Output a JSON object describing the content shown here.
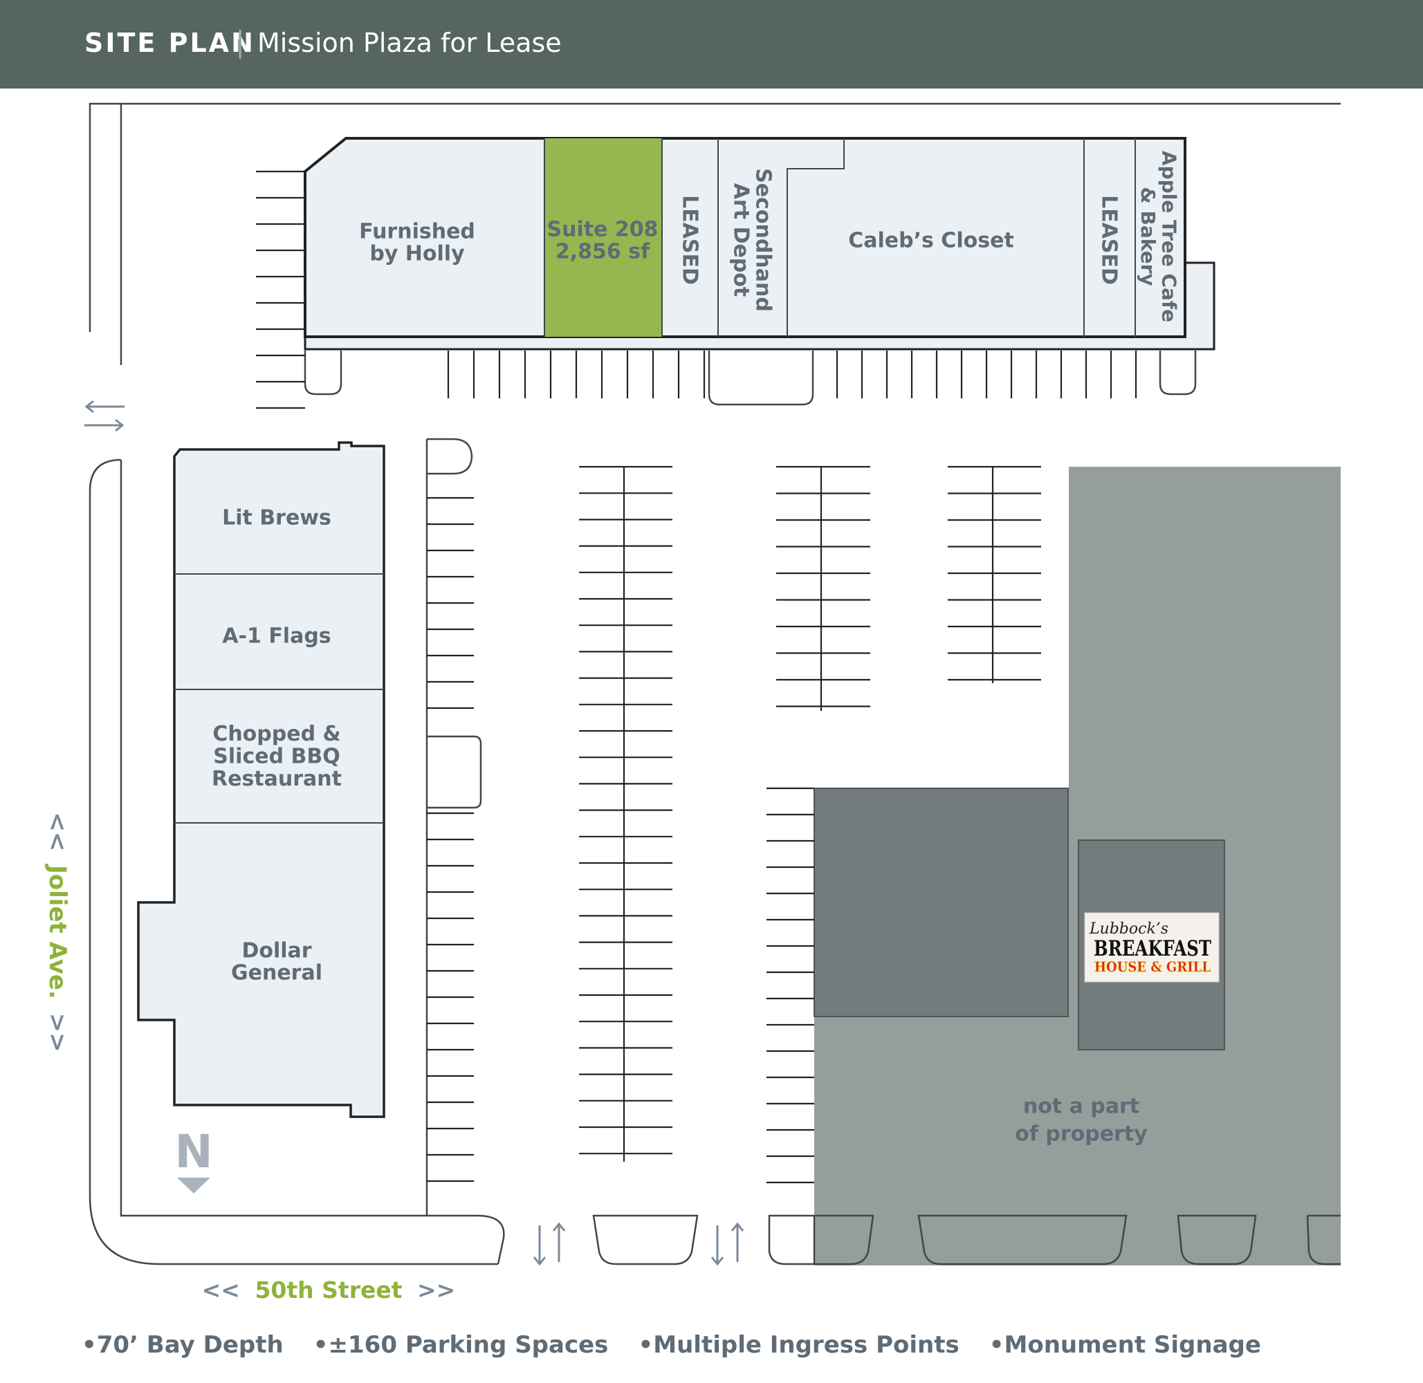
{
  "header": {
    "title": "SITE PLAN",
    "separator": "|",
    "subtitle": "Mission Plaza for Lease"
  },
  "top_building": {
    "units": [
      {
        "lines": [
          "Furnished",
          "by Holly"
        ]
      },
      {
        "lines": [
          "Suite 208",
          "2,856 sf"
        ],
        "available": true
      },
      {
        "lines": [
          "LEASED"
        ]
      },
      {
        "lines": [
          "Secondhand",
          "Art Depot"
        ]
      },
      {
        "lines": [
          "Caleb’s Closet"
        ]
      },
      {
        "lines": [
          "LEASED"
        ]
      },
      {
        "lines": [
          "Apple Tree Cafe",
          "& Bakery"
        ]
      }
    ]
  },
  "left_building": {
    "units": [
      {
        "lines": [
          "Lit Brews"
        ]
      },
      {
        "lines": [
          "A-1 Flags"
        ]
      },
      {
        "lines": [
          "Chopped &",
          "Sliced BBQ",
          "Restaurant"
        ]
      },
      {
        "lines": [
          "Dollar",
          "General"
        ]
      }
    ]
  },
  "not_part": {
    "lines": [
      "not a part",
      "of property"
    ]
  },
  "logo": {
    "top": "Lubbock’s",
    "main": "BREAKFAST",
    "sub": "HOUSE & GRILL"
  },
  "streets": {
    "joliet": {
      "prefix": "<<",
      "name": "Joliet Ave.",
      "suffix": ">>"
    },
    "fiftieth": {
      "prefix": "<<",
      "name": "50th Street",
      "suffix": ">>"
    }
  },
  "north_label": "N",
  "features": [
    "70’ Bay Depth",
    "±160 Parking Spaces",
    "Multiple Ingress Points",
    "Monument Signage"
  ],
  "colors": {
    "header_bg": "#566462",
    "suite_available": "#97b650",
    "unit_fill": "#ebf0f5",
    "not_part_fill": "#959e9b",
    "dark_building": "#737b7d",
    "street_green": "#8db33a",
    "label": "#5f6b75"
  }
}
